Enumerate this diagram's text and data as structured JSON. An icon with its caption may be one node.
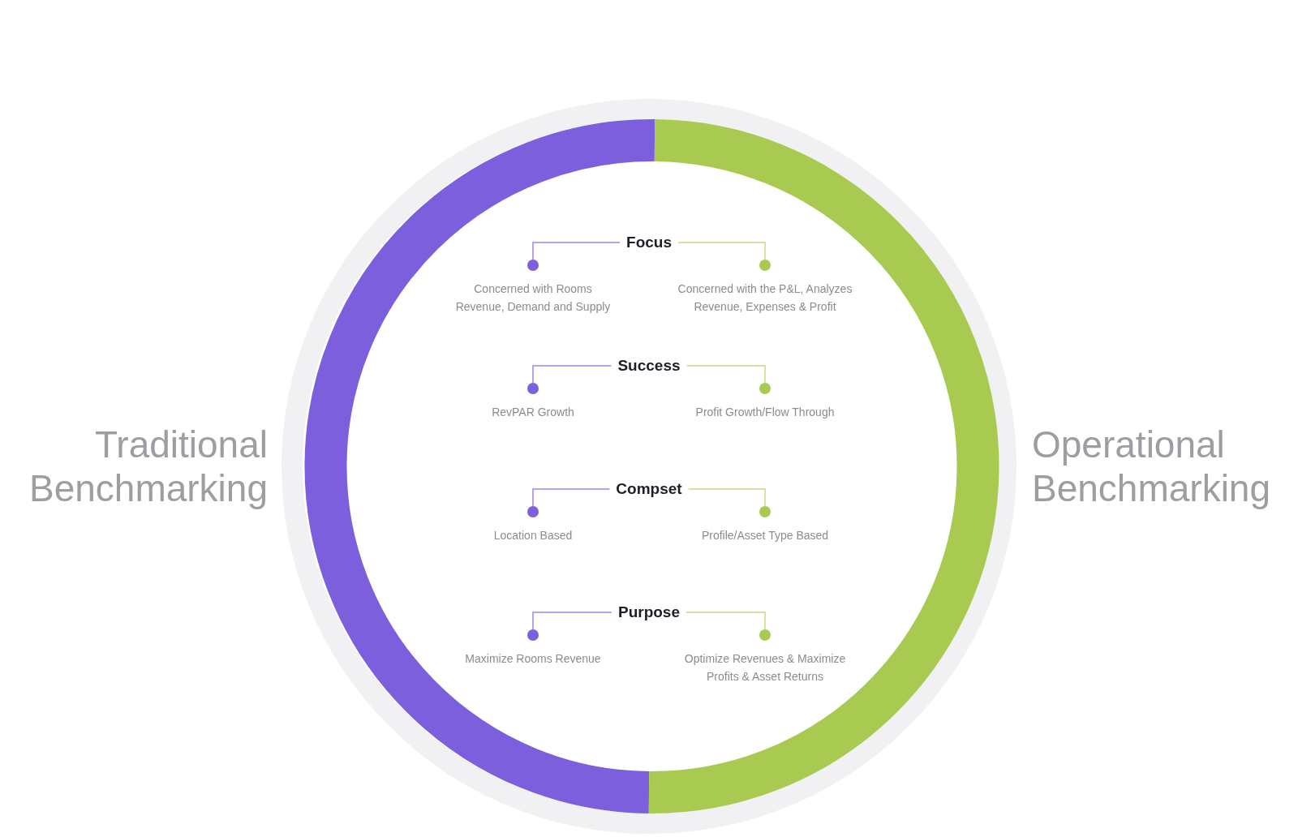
{
  "diagram": {
    "nodes": [
      {
        "text": [
          "Focus"
        ]
      },
      {
        "text": [],
        "shape": "circle",
        "beside": [
          "Concerned with Rooms Revenue, Demand and Supply"
        ]
      },
      {
        "text": [],
        "shape": "circle",
        "beside": [
          "Concerned with the P&L, Analyzes Revenue, Expenses & Profit"
        ]
      },
      {
        "text": [
          "Success"
        ]
      },
      {
        "text": [],
        "shape": "circle",
        "beside": [
          "RevPAR Growth"
        ]
      },
      {
        "text": [],
        "shape": "circle",
        "beside": [
          "Profit Growth/Flow Through"
        ]
      },
      {
        "text": [
          "Compset"
        ]
      },
      {
        "text": [],
        "shape": "circle",
        "beside": [
          "Location Based"
        ]
      },
      {
        "text": [],
        "shape": "circle",
        "beside": [
          "Profile/Asset Type Based"
        ]
      },
      {
        "text": [
          "Purpose"
        ]
      },
      {
        "text": [],
        "shape": "circle",
        "beside": [
          "Maximize Rooms Revenue"
        ]
      },
      {
        "text": [],
        "shape": "circle",
        "beside": [
          "Optimize Revenues & Maximize Profits & Asset Returns"
        ]
      }
    ],
    "edges": [
      {
        "from": 0,
        "to": 1,
        "arrow": "none",
        "color": "#b3a6ee"
      },
      {
        "from": 0,
        "to": 2,
        "arrow": "none",
        "color": "#d5e4a3"
      },
      {
        "from": 3,
        "to": 4,
        "arrow": "none",
        "color": "#b3a6ee"
      },
      {
        "from": 3,
        "to": 5,
        "arrow": "none",
        "color": "#d5e4a3"
      },
      {
        "from": 6,
        "to": 7,
        "arrow": "none",
        "color": "#b3a6ee"
      },
      {
        "from": 6,
        "to": 8,
        "arrow": "none",
        "color": "#d5e4a3"
      },
      {
        "from": 9,
        "to": 10,
        "arrow": "none",
        "color": "#b3a6ee"
      },
      {
        "from": 9,
        "to": 11,
        "arrow": "none",
        "color": "#d5e4a3"
      }
    ],
    "labels": [
      "Traditional Benchmarking",
      "Operational Benchmarking"
    ]
  }
}
